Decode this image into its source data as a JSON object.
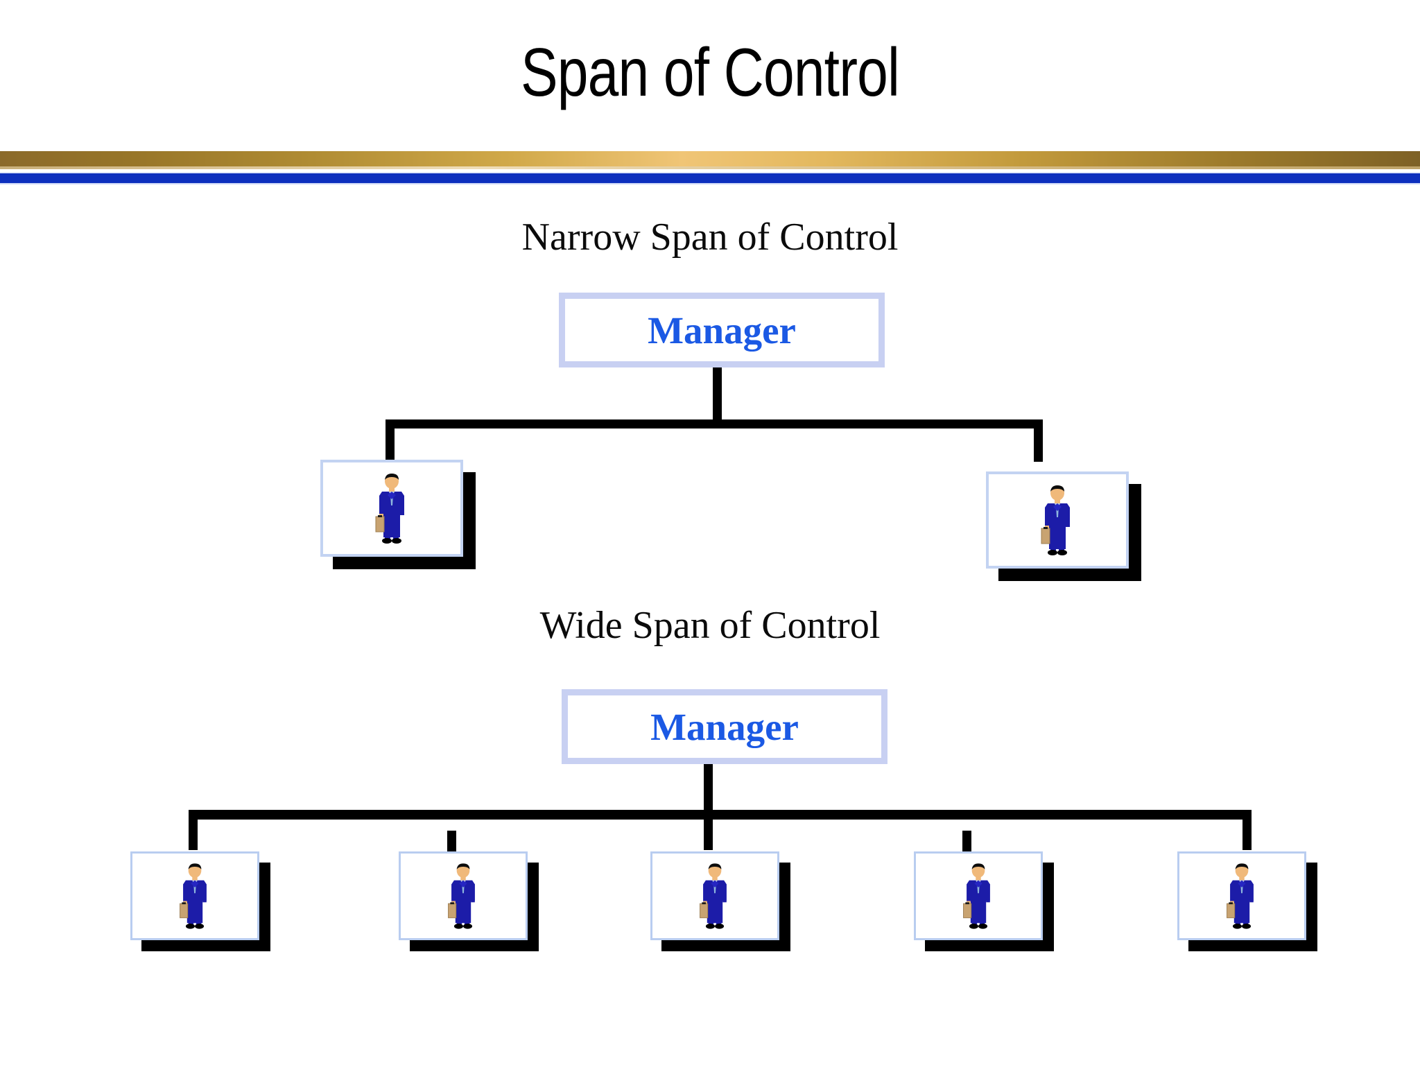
{
  "slide": {
    "title": "Span of Control",
    "background_color": "#ffffff"
  },
  "divider": {
    "gold_color": "#c29a3c",
    "blue_color": "#0d2fbe"
  },
  "sections": [
    {
      "id": "narrow",
      "caption": "Narrow Span of Control",
      "manager_label": "Manager",
      "subordinate_count": 2,
      "subordinates": [
        {
          "icon": "businessman-icon"
        },
        {
          "icon": "businessman-icon"
        }
      ]
    },
    {
      "id": "wide",
      "caption": "Wide Span of Control",
      "manager_label": "Manager",
      "subordinate_count": 5,
      "subordinates": [
        {
          "icon": "businessman-icon"
        },
        {
          "icon": "businessman-icon"
        },
        {
          "icon": "businessman-icon"
        },
        {
          "icon": "businessman-icon"
        },
        {
          "icon": "businessman-icon"
        }
      ]
    }
  ],
  "colors": {
    "manager_text": "#1b59e4",
    "manager_border": "#c8d0f2",
    "box_border": "#b9cdf0",
    "connector": "#000000",
    "shadow": "#000000",
    "suit": "#1c1ca8",
    "shirt": "#bcd4ee",
    "skin": "#f0b97a",
    "hair": "#0d0d0d",
    "briefcase": "#c8a371",
    "shoes": "#000000"
  }
}
